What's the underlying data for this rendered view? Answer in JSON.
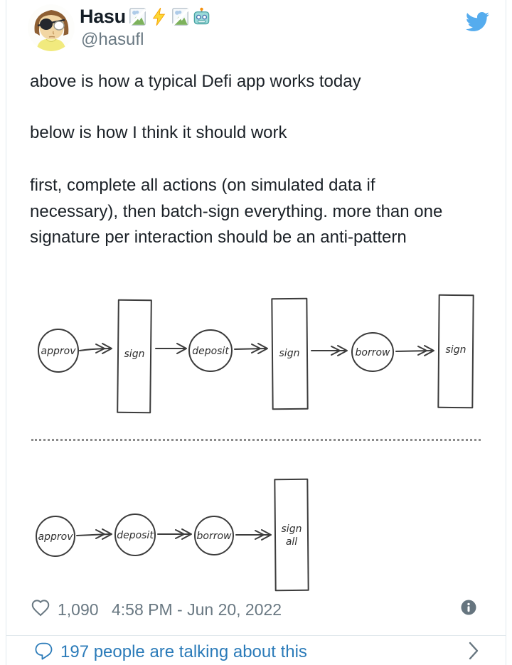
{
  "header": {
    "name": "Hasu",
    "name_emojis": [
      "broken-image",
      "lightning",
      "broken-image",
      "robot"
    ],
    "handle": "@hasufl"
  },
  "body_paragraphs": [
    "above is how a typical Defi app works today",
    "below is how I think it should work",
    "first, complete all actions (on simulated data if necessary), then batch-sign everything. more than one signature per interaction should be an anti-pattern"
  ],
  "diagram": {
    "top_flow": [
      {
        "shape": "circle",
        "label": "approv"
      },
      {
        "shape": "rect",
        "label": "sign"
      },
      {
        "shape": "circle",
        "label": "deposit"
      },
      {
        "shape": "rect",
        "label": "sign"
      },
      {
        "shape": "circle",
        "label": "borrow"
      },
      {
        "shape": "rect",
        "label": "sign"
      }
    ],
    "bottom_flow": [
      {
        "shape": "circle",
        "label": "approv"
      },
      {
        "shape": "circle",
        "label": "deposit"
      },
      {
        "shape": "circle",
        "label": "borrow"
      },
      {
        "shape": "rect",
        "label": "sign all",
        "label_lines": [
          "sign",
          "all"
        ]
      }
    ]
  },
  "footer": {
    "like_count": "1,090",
    "timestamp": "4:58 PM - Jun 20, 2022"
  },
  "link_bar": {
    "text": "197 people are talking about this"
  },
  "colors": {
    "link_blue": "#2b7bb9",
    "bird_blue": "#55acee",
    "muted_gray": "#697882",
    "border_gray": "#e1e8ed",
    "text_dark": "#1b2127",
    "sketch_stroke": "#3c3c3c"
  }
}
